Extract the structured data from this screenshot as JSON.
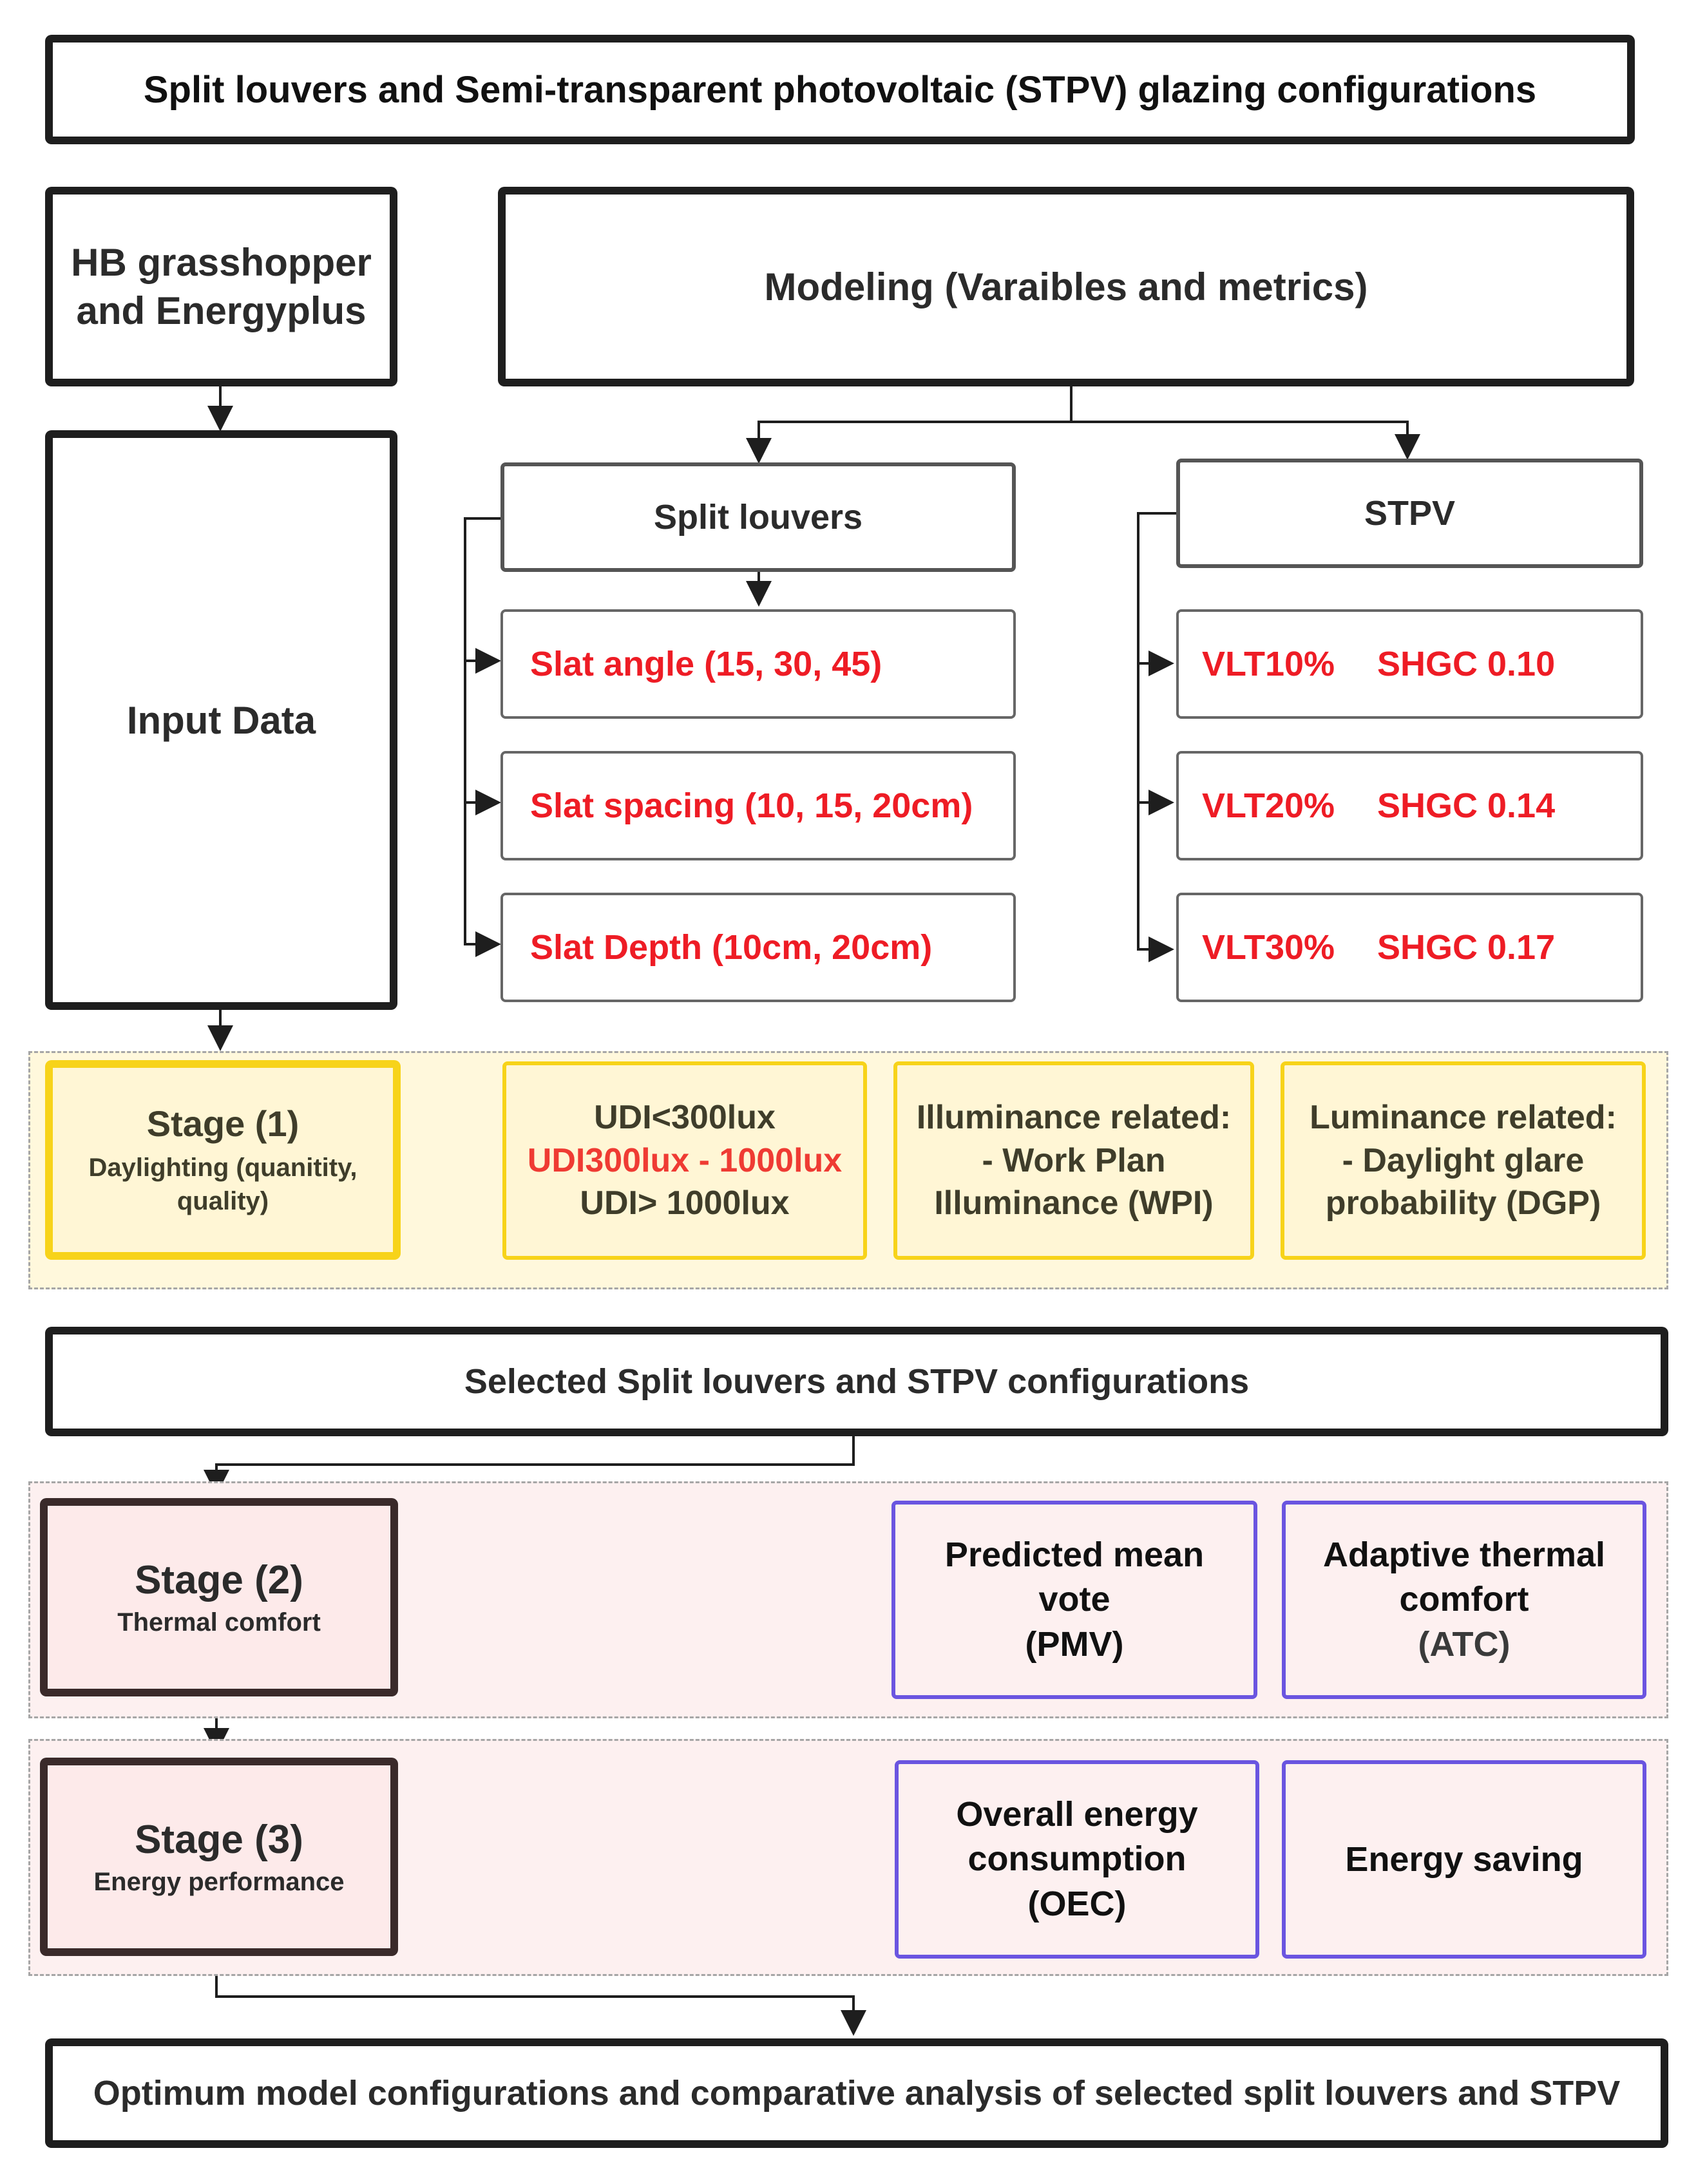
{
  "title": "Split louvers and Semi-transparent photovoltaic (STPV) glazing configurations",
  "tool": {
    "line1": "HB grasshopper",
    "line2": "and Energyplus"
  },
  "modeling": "Modeling (Varaibles and metrics)",
  "input_data": "Input Data",
  "split_louvers": {
    "header": "Split louvers",
    "items": [
      "Slat angle (15, 30, 45)",
      "Slat spacing (10, 15, 20cm)",
      "Slat Depth (10cm, 20cm)"
    ]
  },
  "stpv": {
    "header": "STPV",
    "items": [
      {
        "vlt": "VLT10%",
        "shgc": "SHGC 0.10"
      },
      {
        "vlt": "VLT20%",
        "shgc": "SHGC 0.14"
      },
      {
        "vlt": "VLT30%",
        "shgc": "SHGC 0.17"
      }
    ]
  },
  "stage1": {
    "title": "Stage (1)",
    "subtitle": "Daylighting (quanitity, quality)",
    "udi": [
      "UDI<300lux",
      "UDI300lux - 1000lux",
      "UDI> 1000lux"
    ],
    "illuminance": [
      "Illuminance related:",
      "- Work Plan",
      "Illuminance (WPI)"
    ],
    "luminance": [
      "Luminance related:",
      "- Daylight glare",
      "probability (DGP)"
    ]
  },
  "selected": "Selected Split louvers and STPV configurations",
  "stage2": {
    "title": "Stage (2)",
    "subtitle": "Thermal comfort",
    "pmv": [
      "Predicted mean",
      "vote",
      "(PMV)"
    ],
    "atc": [
      "Adaptive thermal",
      "comfort",
      "(ATC)"
    ]
  },
  "stage3": {
    "title": "Stage (3)",
    "subtitle": "Energy performance",
    "oec": [
      "Overall energy",
      "consumption",
      "(OEC)"
    ],
    "saving": "Energy saving"
  },
  "final": "Optimum model configurations and comparative analysis of selected split louvers and STPV",
  "colors": {
    "red_text": "#ee1c25",
    "yellow_border": "#f7d31a",
    "yellow_band": "#fff8dc",
    "pink_band": "#fdf0f0",
    "purple_border": "#6a55e0",
    "stage_border": "#3a2a2a"
  }
}
